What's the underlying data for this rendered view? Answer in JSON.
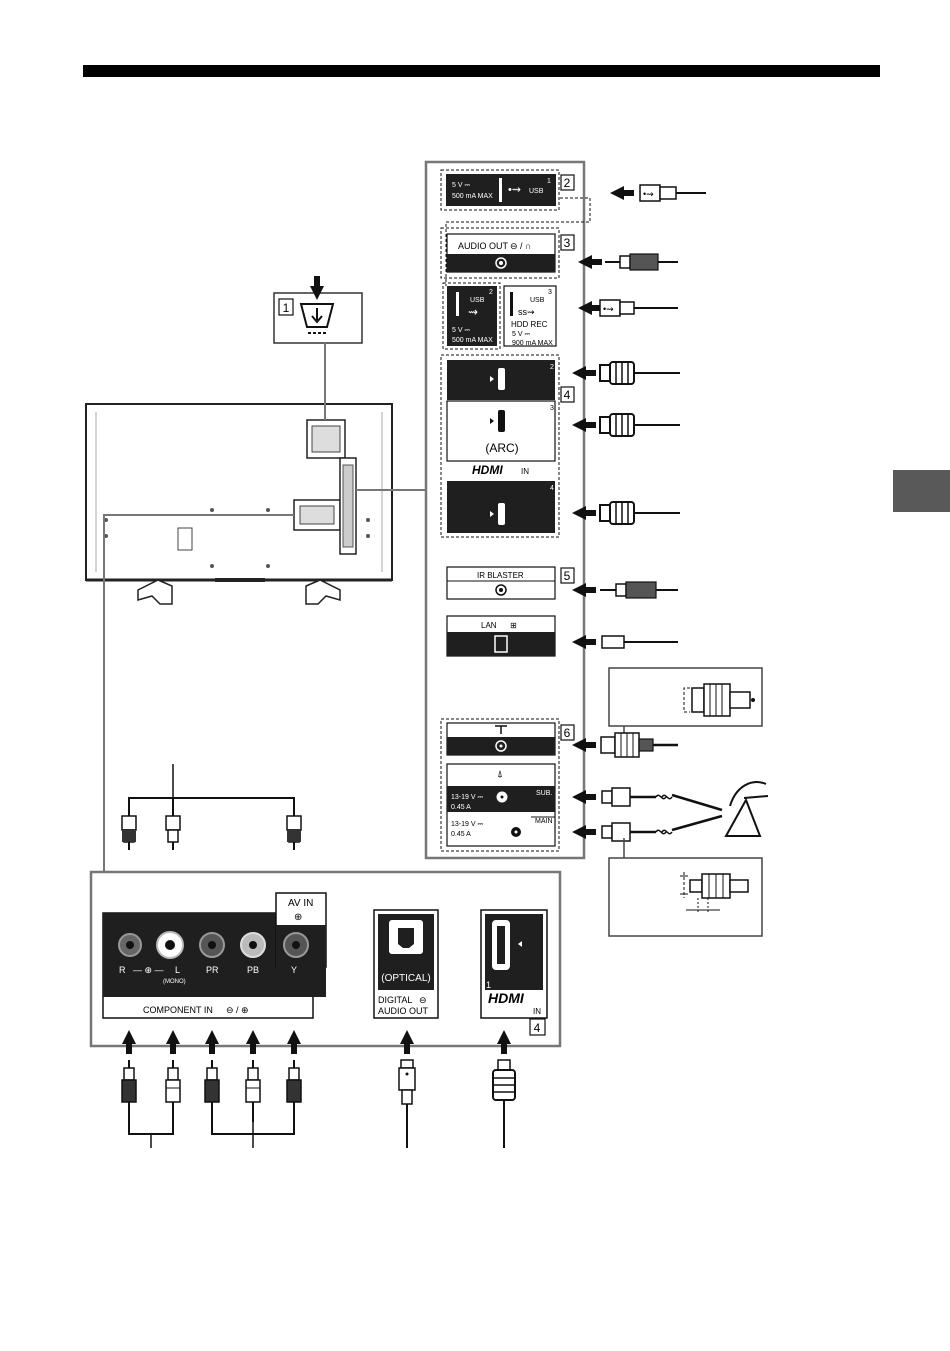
{
  "callouts": [
    "1",
    "2",
    "3",
    "4",
    "5",
    "6"
  ],
  "panel": {
    "usb1": {
      "voltage": "5 V ⎓",
      "current": "500 mA MAX",
      "label": "USB",
      "number": "1"
    },
    "audio_out": {
      "label": "AUDIO OUT",
      "symbols": "⊖ / ∩"
    },
    "usb2": {
      "label": "USB",
      "number": "2",
      "voltage": "5 V ⎓",
      "current": "500 mA MAX"
    },
    "usb3": {
      "label": "USB",
      "number": "3",
      "name": "HDD REC",
      "voltage": "5 V ⎓",
      "current": "900 mA MAX"
    },
    "hdmi": {
      "port2": "2",
      "port3": "3",
      "port4": "4",
      "arc": "(ARC)",
      "logo": "HDMI",
      "in": "IN"
    },
    "ir_blaster": {
      "label": "IR BLASTER"
    },
    "lan": {
      "label": "LAN"
    },
    "satellite": {
      "sub_voltage": "13-19 V ⎓",
      "sub_current": "0.45 A",
      "sub_label": "SUB.",
      "main_voltage": "13-19 V ⎓",
      "main_current": "0.45 A",
      "main_label": "MAIN"
    }
  },
  "bottom": {
    "av_in": "AV IN",
    "labels": {
      "r": "R",
      "l": "L",
      "mono": "(MONO)",
      "pr": "PR",
      "pb": "PB",
      "y": "Y"
    },
    "component_in": "COMPONENT IN",
    "optical": "(OPTICAL)",
    "digital": "DIGITAL",
    "audio_out": "AUDIO OUT",
    "hdmi_port": "1",
    "hdmi_logo": "HDMI",
    "hdmi_in": "IN",
    "callout": "4"
  },
  "colors": {
    "dark": "#1f1f1f",
    "mid": "#595959",
    "line": "#333333"
  },
  "icons": [
    "usb-icon",
    "headphone-icon",
    "hdmi-port-icon",
    "lan-icon",
    "satellite-dish-icon",
    "arrow-icon"
  ]
}
